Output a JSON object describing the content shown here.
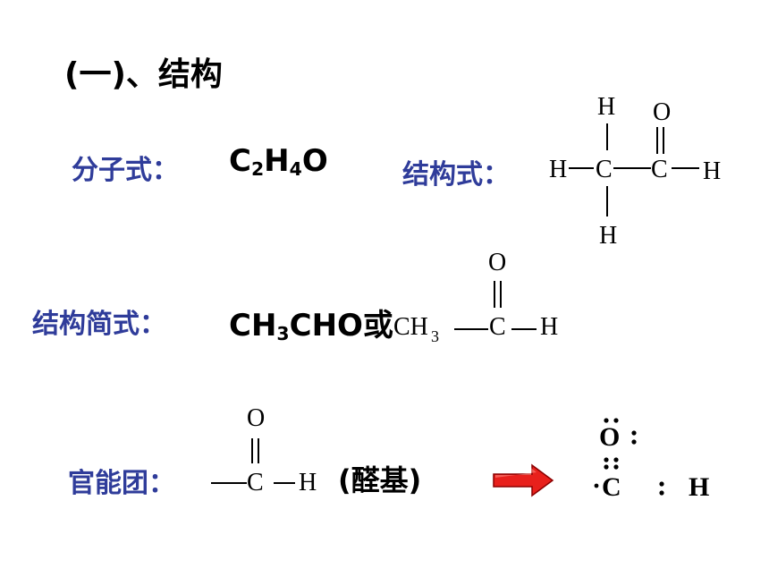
{
  "section_title": "(一)、结构",
  "rows": {
    "molecular_formula": {
      "label": "分子式：",
      "formula": {
        "p1": "C",
        "s1": "2",
        "p2": "H",
        "s2": "4",
        "p3": "O"
      }
    },
    "structural_formula": {
      "label": "结构式：",
      "atoms": {
        "c1": "C",
        "c2": "C",
        "h_top": "H",
        "h_bottom": "H",
        "h_left": "H",
        "h_right": "H",
        "o": "O"
      }
    },
    "condensed_formula": {
      "label": "结构简式：",
      "text": {
        "p1": "CH",
        "s1": "3",
        "p2": "CHO或"
      },
      "drawn": {
        "ch": "CH",
        "sub": "3",
        "c": "C",
        "h": "H",
        "o": "O"
      }
    },
    "functional_group": {
      "label": "官能团：",
      "drawn": {
        "c": "C",
        "h": "H",
        "o": "O"
      },
      "name": "(醛基)"
    }
  },
  "lewis": {
    "o": "O",
    "c": "C",
    "h": "H"
  },
  "colors": {
    "label": "#2f3c9a",
    "text": "#000000",
    "arrow": "#e8201c"
  },
  "icons": [
    "right-arrow-icon"
  ]
}
